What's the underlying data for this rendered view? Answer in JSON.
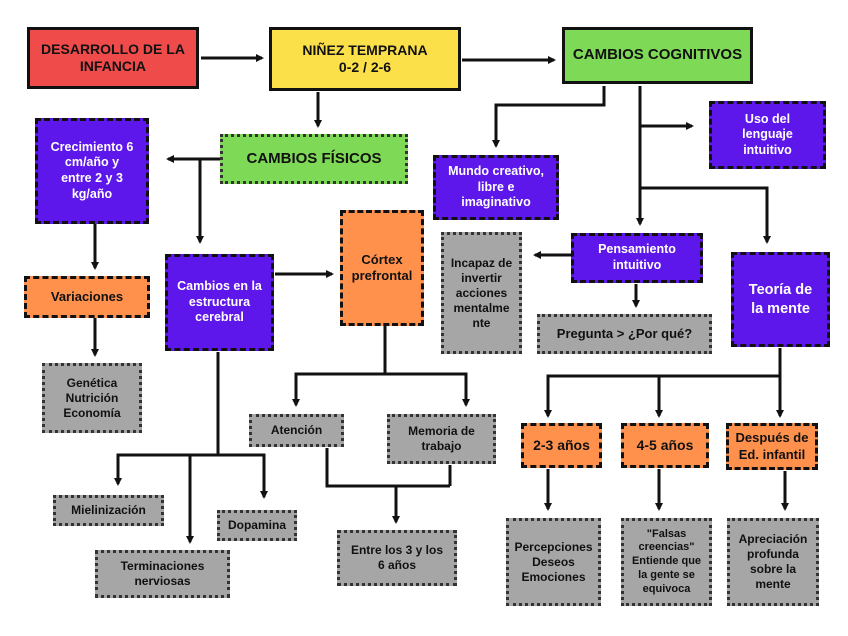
{
  "nodes": {
    "desarrollo": "DESARROLLO DE LA\nINFANCIA",
    "ninez": "NIÑEZ TEMPRANA\n0-2 / 2-6",
    "cognitivos": "CAMBIOS COGNITIVOS",
    "fisicos": "CAMBIOS FÍSICOS",
    "crecimiento": "Crecimiento 6\ncm/año y\nentre 2 y 3\nkg/año",
    "variaciones": "Variaciones",
    "genetica": "Genética\nNutrición\nEconomía",
    "estructura": "Cambios en la\nestructura\ncerebral",
    "mielinizacion": "Mielinización",
    "terminaciones": "Terminaciones\nnerviosas",
    "dopamina": "Dopamina",
    "cortex": "Córtex\nprefrontal",
    "atencion": "Atención",
    "memoria": "Memoria de\ntrabajo",
    "entre": "Entre los 3 y los\n6 años",
    "mundo": "Mundo creativo,\nlibre e\nimaginativo",
    "lenguaje": "Uso del\nlenguaje\nintuitivo",
    "pensamiento": "Pensamiento\nintuitivo",
    "incapaz": "Incapaz de\ninvertir\nacciones\nmentalme\nnte",
    "pregunta": "Pregunta > ¿Por qué?",
    "teoria": "Teoría de\nla mente",
    "a23": "2-3 años",
    "a45": "4-5 años",
    "despues": "Después de\nEd. infantil",
    "percepciones": "Percepciones\nDeseos\nEmociones",
    "falsas": "\"Falsas\ncreencias\"\nEntiende que\nla gente se\nequivoca",
    "apreciacion": "Apreciación\nprofunda\nsobre la\nmente"
  },
  "colors": {
    "red": "#f04b4b",
    "yellow": "#fbe04a",
    "green": "#7ed957",
    "purple": "#5e17eb",
    "orange": "#ff914d",
    "gray": "#a6a6a6"
  }
}
